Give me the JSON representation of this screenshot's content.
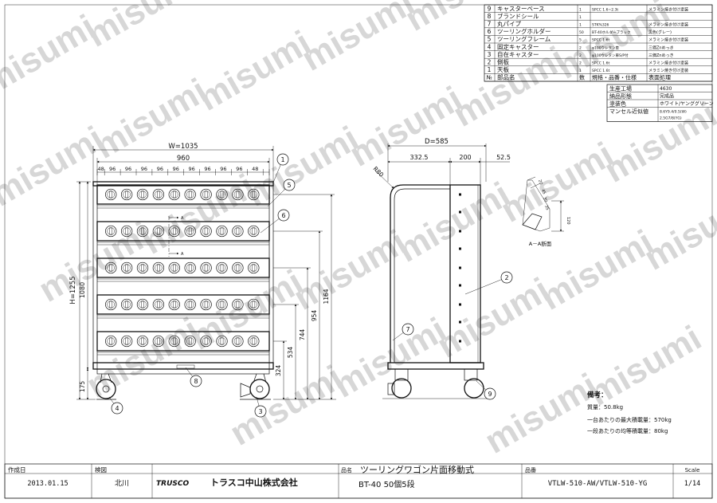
{
  "watermark": "misumi",
  "parts_table": {
    "rows": [
      {
        "no": "9",
        "name": "キャスターベース",
        "qty": "1",
        "spec": "SPCC 1.6~2.3t",
        "finish": "メラミン焼き付け塗装"
      },
      {
        "no": "8",
        "name": "ブランドシール",
        "qty": "1",
        "spec": "",
        "finish": ""
      },
      {
        "no": "7",
        "name": "丸パイプ",
        "qty": "1",
        "spec": "STK%326",
        "finish": "メラミン焼き付け塗装"
      },
      {
        "no": "6",
        "name": "ツーリングホルダー",
        "qty": "50",
        "spec": "BT-40ホルダーブラック",
        "finish": "黒色(グレー)"
      },
      {
        "no": "5",
        "name": "ツーリングフレーム",
        "qty": "5",
        "spec": "SPCC 1.6t",
        "finish": "メラミン焼き付け塗装"
      },
      {
        "no": "4",
        "name": "固定キャスター",
        "qty": "2",
        "spec": "φ100ウレタン車",
        "finish": "三価Znめっき"
      },
      {
        "no": "3",
        "name": "自在キャスター",
        "qty": "2",
        "spec": "φ100ウレタン車S/P付",
        "finish": "三価Znめっき"
      },
      {
        "no": "2",
        "name": "側板",
        "qty": "2",
        "spec": "SPCC 1.6t",
        "finish": "メラミン焼き付け塗装"
      },
      {
        "no": "1",
        "name": "天板",
        "qty": "1",
        "spec": "SPCC 1.6t",
        "finish": "メラミン焼き付け塗装"
      }
    ],
    "header": {
      "no": "№",
      "name": "部品名",
      "qty": "数",
      "spec": "規格・品番・仕様",
      "finish": "表面処理"
    }
  },
  "info_table": [
    {
      "label": "生産工場",
      "value": "4630"
    },
    {
      "label": "納品形態",
      "value": "完成品"
    },
    {
      "label": "塗装色",
      "value": "ホワイト/ヤンググリーン"
    },
    {
      "label": "マンセル近似値",
      "value": "8.6Y9.4/0.5(W)\n2.5G7/8(YG)"
    }
  ],
  "front_view": {
    "dim_w": "W=1035",
    "dim_inner": "960",
    "pitch_labels": [
      "48",
      "96",
      "96",
      "96",
      "96",
      "96",
      "96",
      "96",
      "96",
      "96",
      "48"
    ],
    "dim_h": "H=1255",
    "dim_1080": "1080",
    "dim_1164": "1164",
    "dim_954": "954",
    "dim_744": "744",
    "dim_534": "534",
    "dim_324": "324",
    "dim_175": "175",
    "section_mark": "A",
    "balloons": [
      "1",
      "5",
      "6",
      "8",
      "4",
      "3"
    ]
  },
  "side_view": {
    "dim_d": "D=585",
    "dim_332": "332.5",
    "dim_200": "200",
    "dim_52": "52.5",
    "radius": "R80",
    "balloons": [
      "2",
      "7",
      "9"
    ]
  },
  "section_view": {
    "label": "A－A断面",
    "dims": [
      "20",
      "45",
      "30",
      "35",
      "120"
    ]
  },
  "notes": {
    "title": "備考：",
    "weight": "質量：50.8kg",
    "max_load": "一台あたりの最大積載量：570kg",
    "per_tier_load": "一段あたりの均等積載量：80kg"
  },
  "title_block": {
    "created_label": "作成日",
    "created_date": "2013.01.15",
    "approved_label": "検図",
    "approver": "北川",
    "brand": "TRUSCO",
    "company": "トラスコ中山株式会社",
    "name_label": "品名",
    "product_name": "ツーリングワゴン片面移動式",
    "product_sub": "BT-40  50個5段",
    "number_label": "品番",
    "product_number": "VTLW-510-AW/VTLW-510-YG",
    "scale_label": "Scale",
    "scale_value": "1/14"
  }
}
